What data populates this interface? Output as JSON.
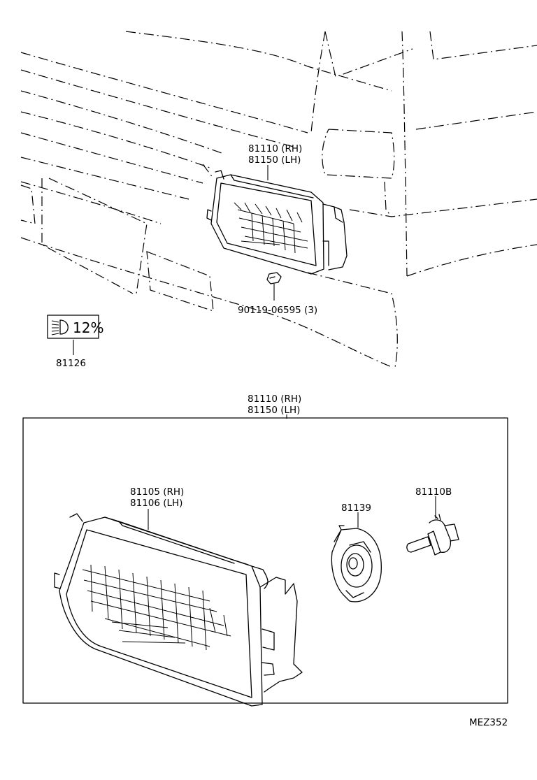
{
  "labels": {
    "headlamp_assy_top_rh": "81110 (RH)",
    "headlamp_assy_top_lh": "81150 (LH)",
    "bolt": "90119-06595 (3)",
    "aim_label_part": "81126",
    "aim_label_text": "12%",
    "headlamp_assy_box_rh": "81110 (RH)",
    "headlamp_assy_box_lh": "81150 (LH)",
    "lens_unit_rh": "81105 (RH)",
    "lens_unit_lh": "81106 (LH)",
    "socket_cover": "81139",
    "bulb": "81110B",
    "drawing_code": "MEZ352"
  }
}
